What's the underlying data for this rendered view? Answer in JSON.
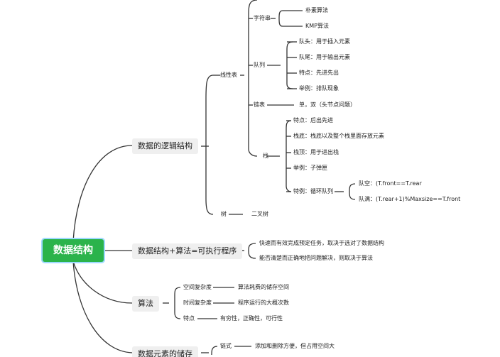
{
  "root": "数据结构",
  "branches": {
    "logic": "数据的逻辑结构",
    "algo_eq": "数据结构+算法=可执行程序",
    "algo": "算法",
    "storage": "数据元素的储存"
  },
  "logic": {
    "linear": "线性表",
    "string": "字符串",
    "string_items": [
      "朴素算法",
      "KMP算法"
    ],
    "queue": "队列",
    "queue_items": [
      "队头：用于插入元素",
      "队尾：用于输出元素",
      "特点：先进先出",
      "举例：排队现象"
    ],
    "linked": "链表",
    "linked_item": "单，双（头节点问题）",
    "stack": "栈",
    "stack_items": [
      "特点：后出先进",
      "栈底：栈底以及整个栈里面存放元素",
      "栈顶：用于进出栈",
      "举例：子弹匣",
      "特例：循环队列"
    ],
    "circular_items": [
      "队空：(T.front==T.rear",
      "队满：(T.rear+1)%Maxsize==T.front"
    ],
    "tree": "树",
    "tree_item": "二叉树"
  },
  "algo_eq_items": [
    "快速而有效完成预定任务，取决于选对了数据结构",
    "能否清楚而正确地把问题解决，则取决于算法"
  ],
  "algo": {
    "space": "空间复杂度",
    "space_desc": "算法耗费的储存空间",
    "time": "时间复杂度",
    "time_desc": "程序运行的大概次数",
    "feature": "特点",
    "feature_desc": "有穷性，正确性，可行性"
  },
  "storage": {
    "chain": "链式",
    "chain_desc": "添加和删除方便，但占用空间大"
  }
}
